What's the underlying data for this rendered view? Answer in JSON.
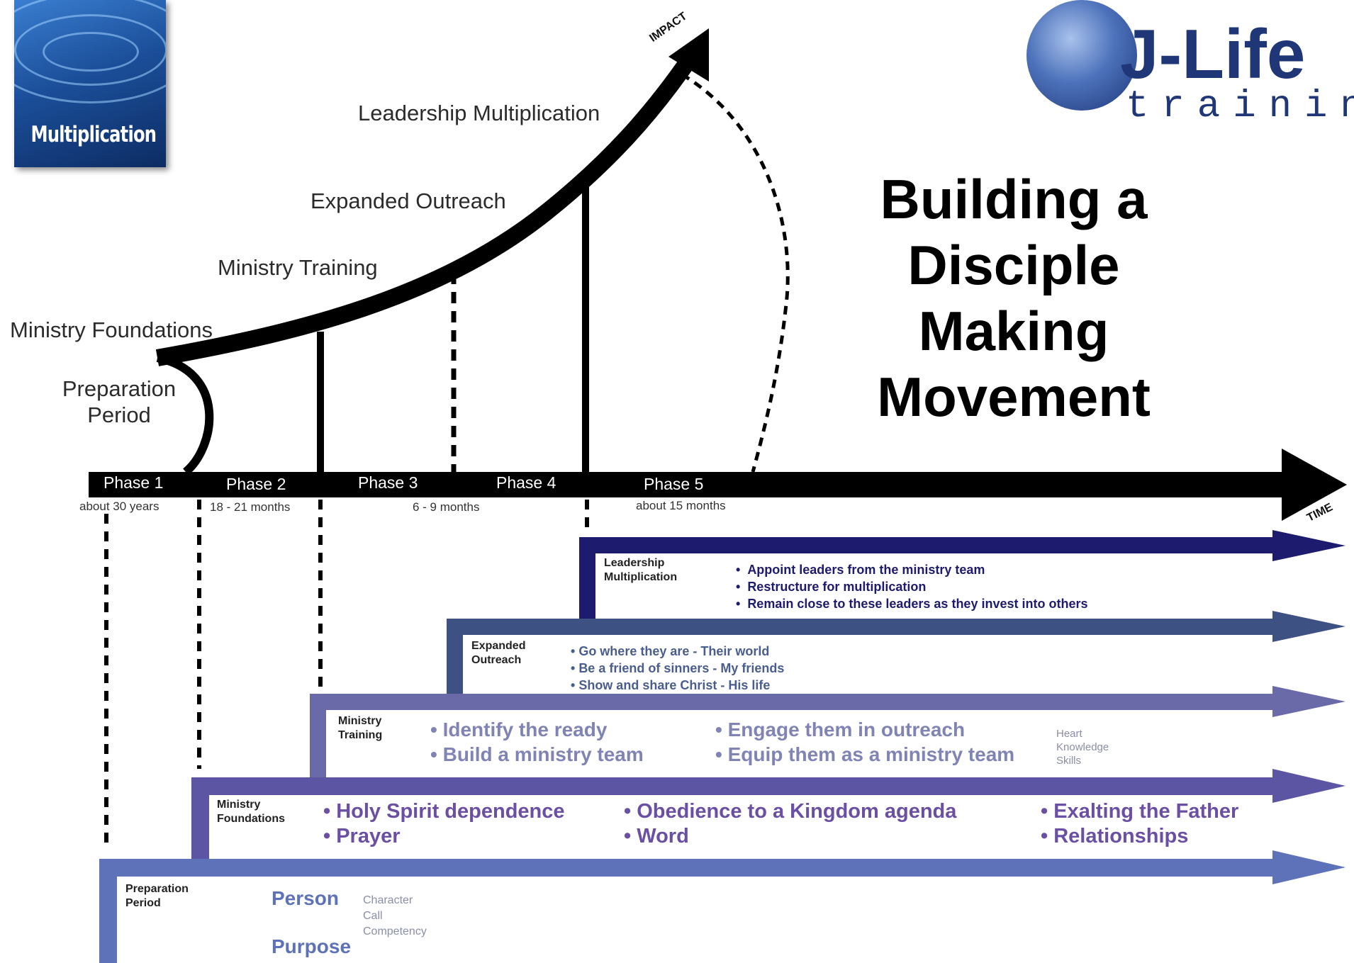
{
  "logo": {
    "text": "Multiplication"
  },
  "brand": {
    "name": "J-Life",
    "sub": "training"
  },
  "title": [
    "Building a",
    "Disciple",
    "Making",
    "Movement"
  ],
  "axes": {
    "y": "IMPACT",
    "x": "TIME"
  },
  "stages": {
    "preparation": [
      "Preparation",
      "Period"
    ],
    "foundations": "Ministry Foundations",
    "training": "Ministry Training",
    "outreach": "Expanded Outreach",
    "leadership": "Leadership Multiplication"
  },
  "phases": [
    {
      "label": "Phase 1",
      "duration": "about 30 years"
    },
    {
      "label": "Phase 2",
      "duration": "18 - 21 months"
    },
    {
      "label": "Phase 3",
      "duration": "6 - 9 months"
    },
    {
      "label": "Phase 4",
      "duration": ""
    },
    {
      "label": "Phase 5",
      "duration": "about 15 months"
    }
  ],
  "steps": {
    "leadership": {
      "name": [
        "Leadership",
        "Multiplication"
      ],
      "bullets": [
        "Appoint leaders from the ministry team",
        "Restructure for multiplication",
        "Remain close to these leaders as they invest into others"
      ]
    },
    "outreach": {
      "name": [
        "Expanded",
        "Outreach"
      ],
      "bullets": [
        "Go where they are - Their world",
        "Be a friend of sinners - My friends",
        "Show and share Christ - His life"
      ]
    },
    "training": {
      "name": [
        "Ministry",
        "Training"
      ],
      "bullets_a": [
        "Identify the ready",
        "Build a ministry team"
      ],
      "bullets_b": [
        "Engage them in outreach",
        "Equip them as a ministry team"
      ],
      "side": [
        "Heart",
        "Knowledge",
        "Skills"
      ]
    },
    "foundations": {
      "name": [
        "Ministry",
        "Foundations"
      ],
      "bullets_a": [
        "Holy Spirit dependence",
        "Prayer"
      ],
      "bullets_b": [
        "Obedience to a Kingdom agenda",
        "Word"
      ],
      "bullets_c": [
        "Exalting the Father",
        "Relationships"
      ]
    },
    "preparation": {
      "name": [
        "Preparation",
        "Period"
      ],
      "person": "Person",
      "purpose": "Purpose",
      "side": [
        "Character",
        "Call",
        "Competency"
      ]
    }
  },
  "colors": {
    "leadership": "#1c1b6e",
    "outreach": "#3d5283",
    "training": "#6a6aa9",
    "foundations": "#5c55a3",
    "preparation": "#5d72b9",
    "bullet_leadership": "#1c1b6e",
    "bullet_outreach": "#4a5d8f",
    "bullet_training": "#8084b5",
    "bullet_foundations": "#6a4fa3"
  }
}
